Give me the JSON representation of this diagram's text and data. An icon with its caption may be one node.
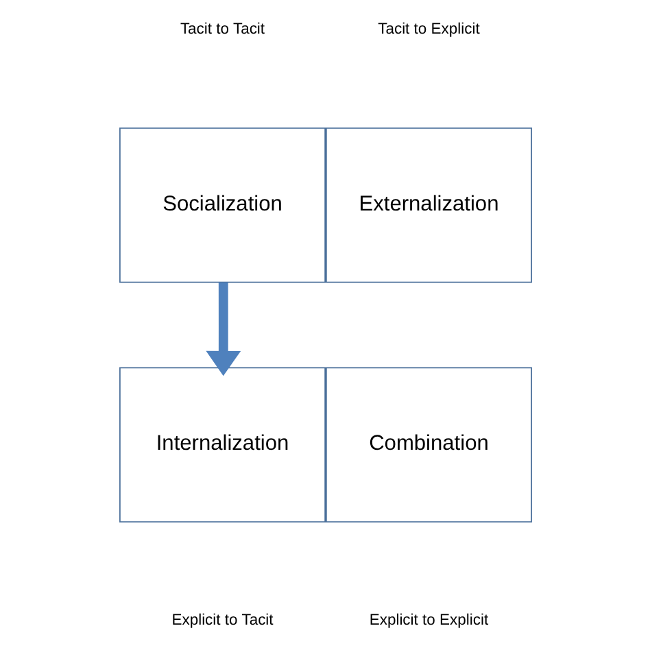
{
  "diagram": {
    "nodes": [
      {
        "text": [
          "Socialization"
        ]
      },
      {
        "text": [
          "Externalization"
        ]
      },
      {
        "text": [
          "Internalization"
        ]
      },
      {
        "text": [
          "Combination"
        ]
      }
    ],
    "edges": [
      {
        "from": 0,
        "to": 2,
        "arrow": "to",
        "color": "#4f81bd"
      }
    ],
    "labels": [
      "Tacit to Tacit",
      "Tacit to Explicit",
      "Explicit to Tacit",
      "Explicit to Explicit"
    ]
  }
}
